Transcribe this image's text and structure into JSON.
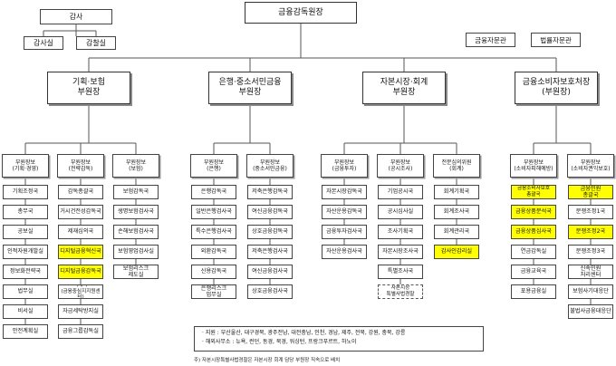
{
  "governor": "금융감독원장",
  "audit": {
    "title": "감사",
    "units": [
      "감사실",
      "감찰실"
    ]
  },
  "advisors": [
    "금융자문관",
    "법률자문관"
  ],
  "deputies": [
    {
      "title": "기획·보험\n부원장",
      "assistants": [
        {
          "title": "부원장보\n(기획·경영)",
          "units": [
            {
              "label": "기획조정국"
            },
            {
              "label": "총무국"
            },
            {
              "label": "공보실"
            },
            {
              "label": "인적자원개발실"
            },
            {
              "label": "정보화전략국"
            },
            {
              "label": "법무실"
            },
            {
              "label": "비서실"
            },
            {
              "label": "안전계획실"
            }
          ]
        },
        {
          "title": "부원장보\n(전략감독)",
          "units": [
            {
              "label": "감독총괄국"
            },
            {
              "label": "거시건전성감독국"
            },
            {
              "label": "제재심의국"
            },
            {
              "label": "디지털금융혁신국",
              "highlight": true
            },
            {
              "label": "디지털금융감독국",
              "highlight": true
            },
            {
              "label": "국제국\n(금융중심지지원센터)"
            },
            {
              "label": "자금세탁방지실"
            },
            {
              "label": "금융그룹감독실"
            }
          ]
        },
        {
          "title": "부원장보\n(보험)",
          "units": [
            {
              "label": "보험감독국"
            },
            {
              "label": "생명보험검사국"
            },
            {
              "label": "손해보험검사국"
            },
            {
              "label": "보험영업검사실"
            },
            {
              "label": "보험리스크\n제도실"
            }
          ]
        }
      ]
    },
    {
      "title": "은행·중소서민금융\n부원장",
      "assistants": [
        {
          "title": "부원장보\n(은행)",
          "units": [
            {
              "label": "은행감독국"
            },
            {
              "label": "일반은행검사국"
            },
            {
              "label": "특수은행검사국"
            },
            {
              "label": "외환감독국"
            },
            {
              "label": "신용감독국"
            },
            {
              "label": "은행리스크\n업무실"
            }
          ]
        },
        {
          "title": "부원장보\n(중소서민금융)",
          "units": [
            {
              "label": "저축은행감독국"
            },
            {
              "label": "여신금융감독국"
            },
            {
              "label": "상호금융감독국"
            },
            {
              "label": "저축은행검사국"
            },
            {
              "label": "여신금융검사국"
            },
            {
              "label": "상호금융검사국"
            }
          ]
        }
      ]
    },
    {
      "title": "자본시장·회계\n부원장",
      "assistants": [
        {
          "title": "부원장보\n(금융투자)",
          "units": [
            {
              "label": "자본시장감독국"
            },
            {
              "label": "자산운용감독국"
            },
            {
              "label": "금융투자검사국"
            },
            {
              "label": "자산운용검사국"
            }
          ]
        },
        {
          "title": "부원장보\n(공시조사)",
          "units": [
            {
              "label": "기업공시국"
            },
            {
              "label": "공시심사실"
            },
            {
              "label": "조사기획국"
            },
            {
              "label": "자본시장조사국"
            },
            {
              "label": "특별조사국"
            },
            {
              "label": "자본시장\n특별사법경찰",
              "dashed": true
            }
          ]
        },
        {
          "title": "전문심의위원\n(회계)",
          "units": [
            {
              "label": "회계기획국"
            },
            {
              "label": "회계조사국"
            },
            {
              "label": "회계관리국"
            },
            {
              "label": "감사인감리실",
              "highlight": true
            }
          ]
        }
      ]
    },
    {
      "title": "금융소비자보호처장\n(부원장)",
      "assistants": [
        {
          "title": "부원장보\n(소비자피해예방)",
          "units": [
            {
              "label": "금융소비자보호\n총괄국",
              "highlight": true
            },
            {
              "label": "금융상품분석국",
              "highlight": true
            },
            {
              "label": "금융상품심사국",
              "highlight": true
            },
            {
              "label": "연금감독실"
            },
            {
              "label": "금융교육국"
            },
            {
              "label": "포용금융실"
            }
          ]
        },
        {
          "title": "부원장보\n(소비자권익보호)",
          "units": [
            {
              "label": "금융민원\n총괄국",
              "highlight": true
            },
            {
              "label": "분쟁조정1국"
            },
            {
              "label": "분쟁조정2국",
              "highlight": true
            },
            {
              "label": "분쟁조정3국"
            },
            {
              "label": "신속민원\n처리센터"
            },
            {
              "label": "보험사기대응단"
            },
            {
              "label": "불법사금융대응단"
            }
          ]
        }
      ]
    }
  ],
  "offices_note": [
    "· 지원 : 부산울산, 대구경북, 광주전남, 대전충남, 인천, 경남, 제주, 전북, 강원, 충북, 강릉",
    "· 해외사무소 : 뉴욕, 런던, 동경, 북경, 워싱턴, 프랑크푸르트, 하노이"
  ],
  "footnote": "주) 자본시장특별사법경찰은 자본시장 회계 담당 부원장 직속으로 배치"
}
